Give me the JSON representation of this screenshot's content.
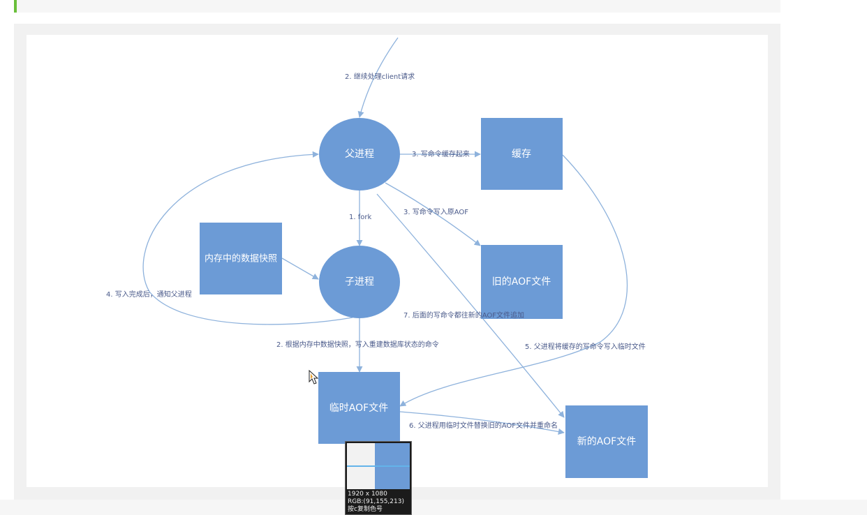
{
  "colors": {
    "node_fill": "#6c9bd6",
    "edge_stroke": "#8eb2dc",
    "edge_label": "#4a5a8a",
    "accent": "#6abf3b"
  },
  "nodes": {
    "parent": "父进程",
    "cache": "缓存",
    "snapshot": "内存中的数据快照",
    "child": "子进程",
    "old_aof": "旧的AOF文件",
    "temp_aof": "临时AOF文件",
    "new_aof": "新的AOF文件"
  },
  "edges": {
    "client": "2. 继续处理client请求",
    "to_cache": "3. 写命令缓存起来",
    "fork": "1. fork",
    "to_old": "3. 写命令写入原AOF",
    "notify": "4. 写入完成后，通知父进程",
    "append_new": "7. 后面的写命令都往新的AOF文件追加",
    "rebuild": "2. 根据内存中数据快照，写入重建数据库状态的命令",
    "cache_to_temp": "5. 父进程将缓存的写命令写入临时文件",
    "replace": "6. 父进程用临时文件替换旧的AOF文件并重命名"
  },
  "picker": {
    "size": "1920 x 1080",
    "rgb": "RGB:(91,155,213)",
    "hint": "按c复制色号"
  }
}
